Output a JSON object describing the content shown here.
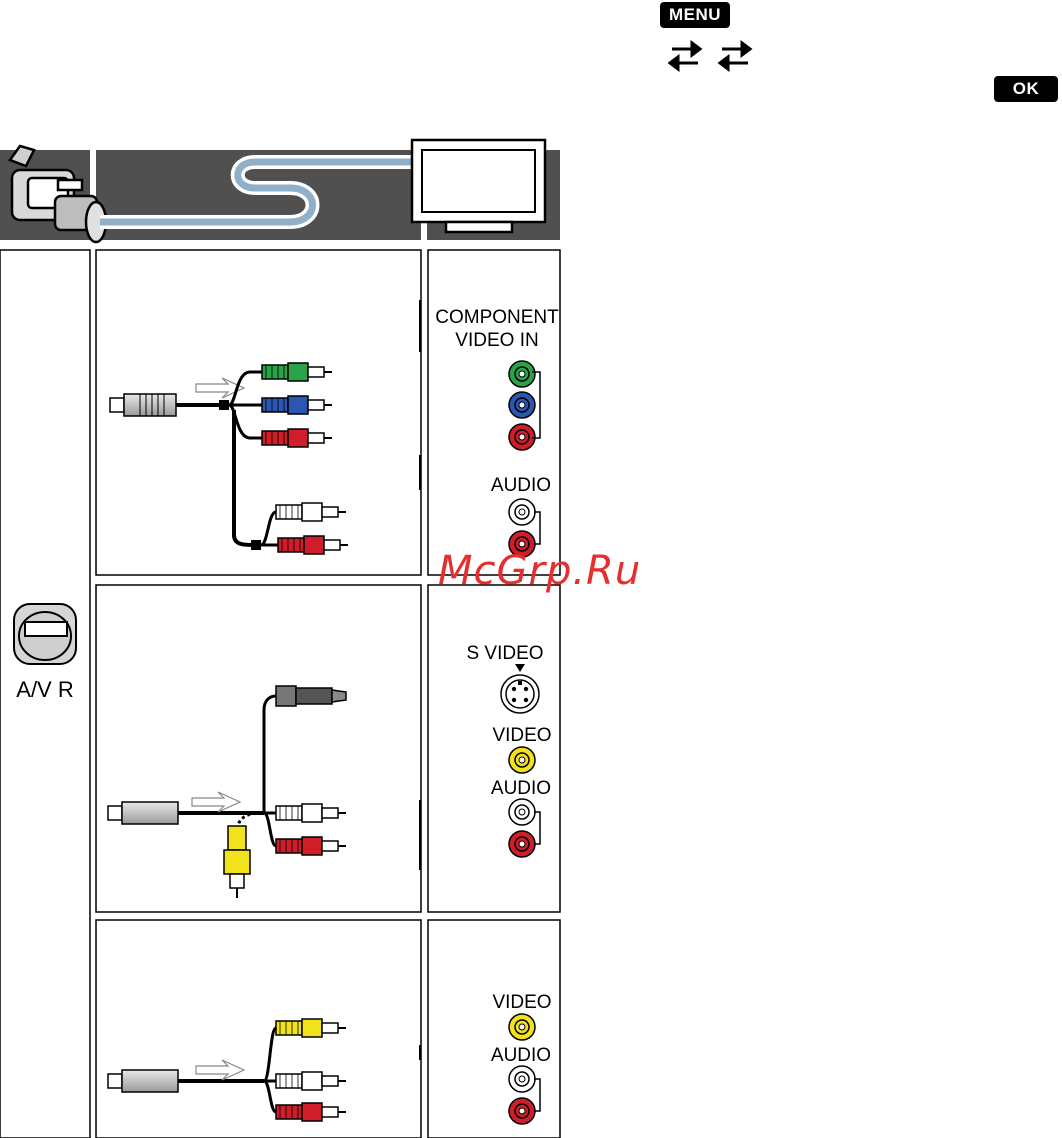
{
  "keys": {
    "menu": "MENU",
    "ok": "OK"
  },
  "icons": {
    "swap_1": "swap-arrows-icon",
    "swap_2": "swap-arrows-icon"
  },
  "camcorder_jack_label": "A/V  R",
  "tv_panels": {
    "component": {
      "title_line1": "COMPONENT",
      "title_line2": "VIDEO IN",
      "audio": "AUDIO"
    },
    "svideo": {
      "svideo": "S VIDEO",
      "video": "VIDEO",
      "audio": "AUDIO"
    },
    "composite": {
      "video": "VIDEO",
      "audio": "AUDIO"
    }
  },
  "watermark": "McGrp.Ru",
  "colors": {
    "header_bg": "#505050",
    "green": "#2aa248",
    "blue": "#2c56b0",
    "red": "#cf1d2a",
    "yellow": "#f2e21c",
    "white": "#ffffff"
  }
}
